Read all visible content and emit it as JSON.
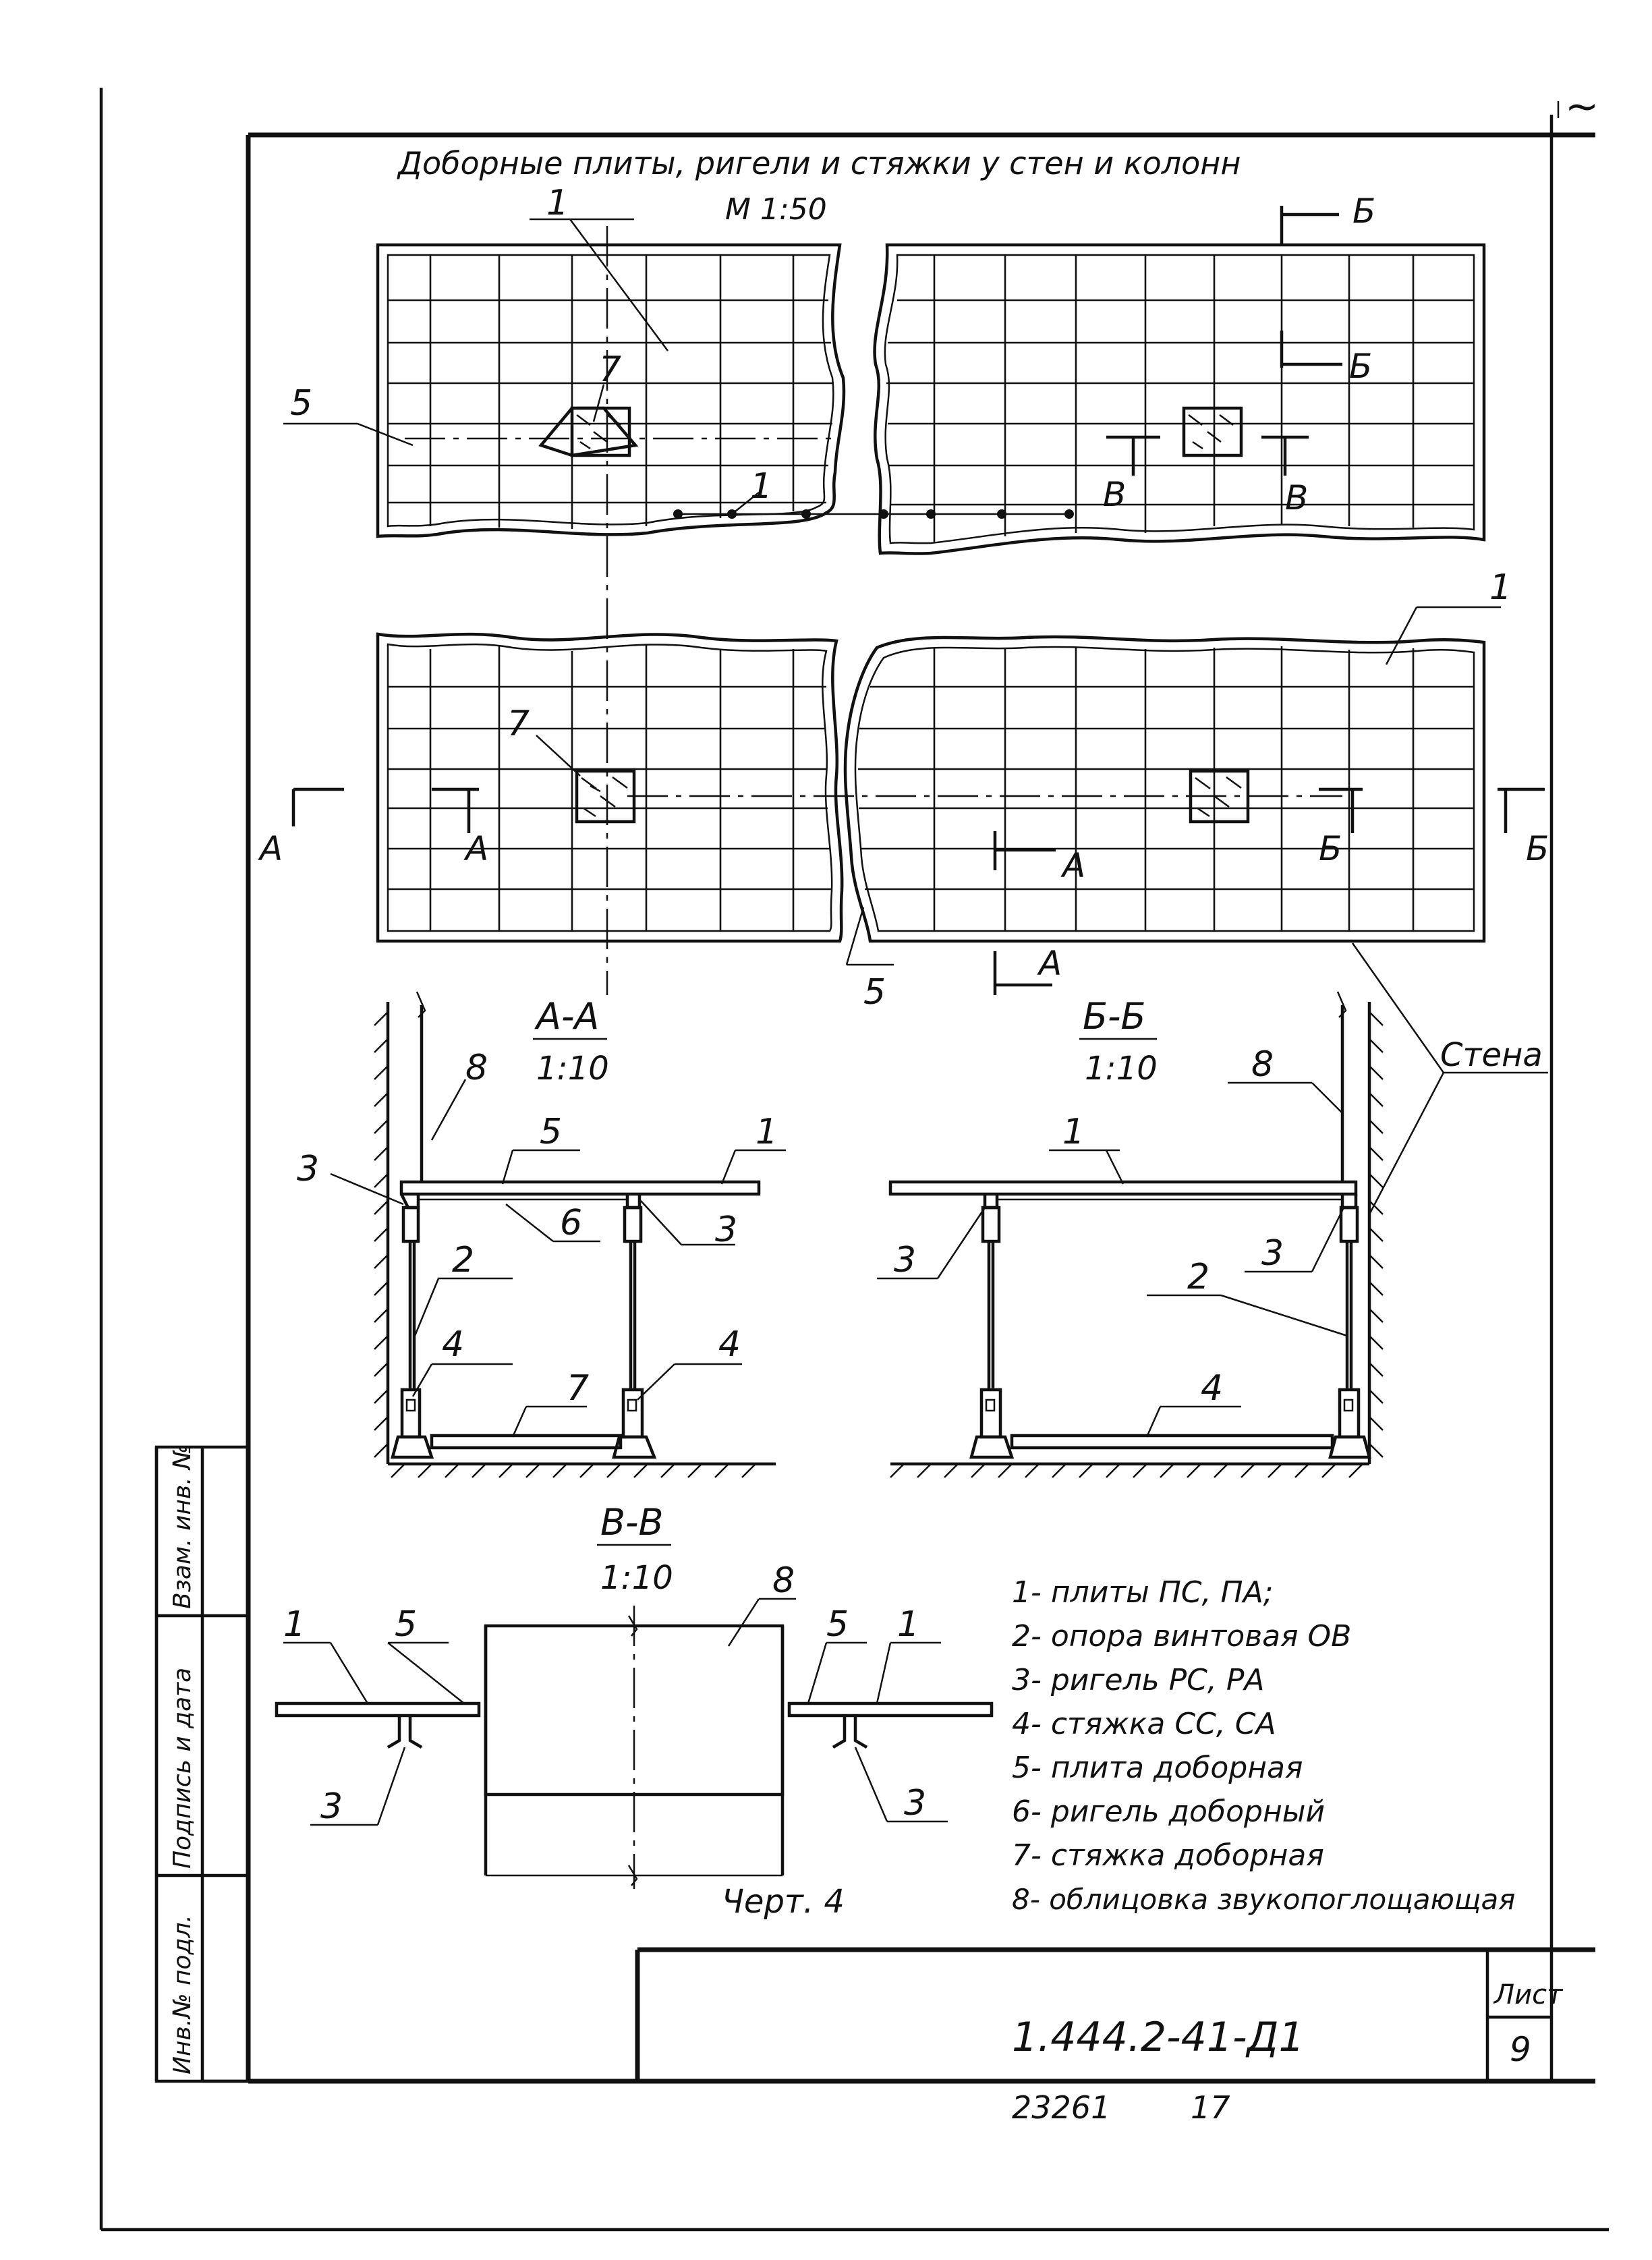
{
  "title": "Доборные плиты, ригели и стяжки у стен и колонн",
  "scale_plan": "М 1:50",
  "sections": {
    "aa": {
      "label": "А-А",
      "scale": "1:10"
    },
    "bb": {
      "label": "Б-Б",
      "scale": "1:10"
    },
    "vv": {
      "label": "В-В",
      "scale": "1:10"
    }
  },
  "cut_marks": {
    "a": "А",
    "b": "Б",
    "v": "В"
  },
  "callouts": {
    "n1": "1",
    "n2": "2",
    "n3": "3",
    "n4": "4",
    "n5": "5",
    "n6": "6",
    "n7": "7",
    "n8": "8"
  },
  "wall_label": "Стена",
  "legend": [
    "1- плиты ПС, ПА;",
    "2- опора винтовая ОВ",
    "3- ригель РС, РА",
    "4- стяжка СС, СА",
    "5- плита доборная",
    "6- ригель доборный",
    "7- стяжка доборная",
    "8- облицовка звукопоглощающая"
  ],
  "drawing_number": "Черт. 4",
  "stamp": {
    "code": "1.444.2-41-Д1",
    "sheet_label": "Лист",
    "sheet_number": "9",
    "inventory": "23261",
    "page": "17",
    "corner_mark": "~"
  },
  "side_stamp": [
    "Инв.№ подл.",
    "Подпись и дата",
    "Взам. инв. №"
  ]
}
